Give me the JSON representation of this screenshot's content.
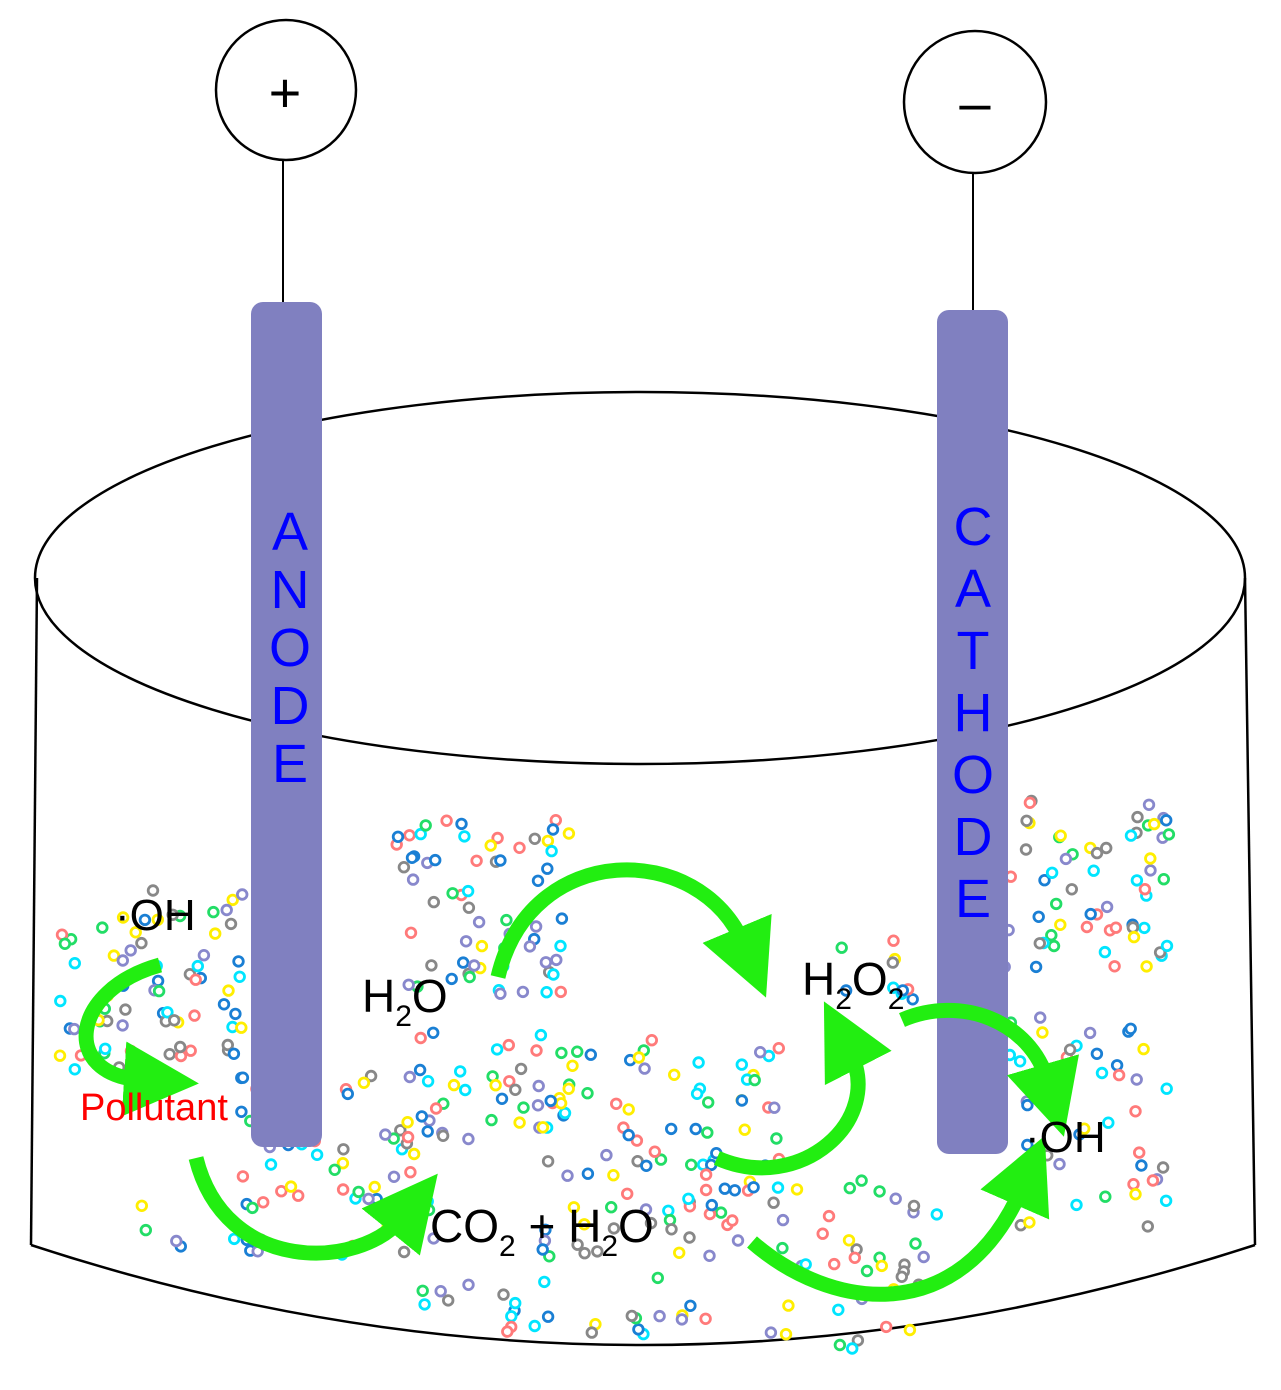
{
  "terminals": {
    "positive_symbol": "+",
    "negative_symbol": "–"
  },
  "electrodes": {
    "anode_label": "ANODE",
    "cathode_label": "CATHODE"
  },
  "species": {
    "oh_left": "·OH",
    "oh_right": "·OH",
    "pollutant": "Pollutant",
    "water": {
      "base": "H",
      "sub": "2",
      "tail": "O"
    },
    "peroxide": {
      "h": "H",
      "sub1": "2",
      "o": "O",
      "sub2": "2"
    },
    "products": {
      "co": "CO",
      "sub1": "2",
      "plus": " + H",
      "sub2": "2",
      "tail": "O"
    }
  },
  "colors": {
    "electrode_fill": "#8080c0",
    "electrode_text": "#0000ff",
    "arrow": "#22ee11",
    "pollutant_text": "#ff0000",
    "outline": "#000000",
    "particles": [
      "#ff7a7a",
      "#00e5ff",
      "#ffee00",
      "#22dd66",
      "#1a7fd4",
      "#8888cc",
      "#888888"
    ]
  }
}
